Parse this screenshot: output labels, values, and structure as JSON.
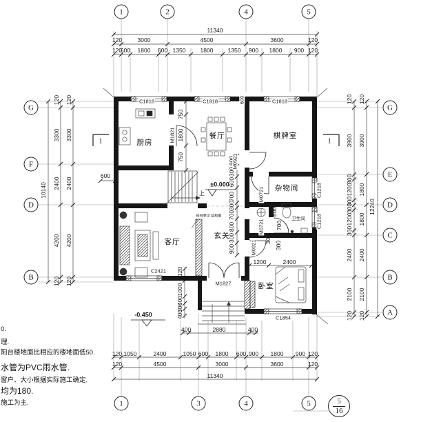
{
  "axes": {
    "top": [
      "1",
      "2",
      "4",
      "5"
    ],
    "bottom": [
      "1",
      "3",
      "4",
      "5"
    ],
    "left": [
      "G",
      "F",
      "D",
      "B"
    ],
    "right": [
      "G",
      "E",
      "D",
      "C",
      "B",
      "A"
    ]
  },
  "sheet": {
    "detail_number": "5",
    "sheet_number": "16",
    "section_label": "1"
  },
  "levels": {
    "main": "±0.000",
    "porch": "-0.450"
  },
  "rooms": {
    "kitchen": "厨房",
    "dining": "餐厅",
    "chess": "棋牌室",
    "storage": "杂物间",
    "bath": "卫生间",
    "foyer": "玄关",
    "living": "客厅",
    "bedroom": "卧室",
    "stair_up": "上"
  },
  "annotation": {
    "column_note": "砼柱参见 结构图"
  },
  "windows": {
    "c1818": "C1818",
    "c1218": "C1218",
    "c2421": "C2421",
    "c1854": "C1854"
  },
  "doors": {
    "m1821": "M1821",
    "m0921": "M0921",
    "m0721": "M0721",
    "m1827": "M1827"
  },
  "notes": [
    "0.",
    "理.",
    "阳台楼地面比相应的楼地面低50.",
    "水管为PVC雨水管.",
    "窗户、大小根据实际施工确定.",
    "均为180.",
    "施工为主."
  ],
  "dims": {
    "top_total": "11340",
    "top_row1": [
      "120",
      "3000",
      "4500",
      "3600",
      "120"
    ],
    "top_row2": [
      "120",
      "600",
      "1800",
      "600",
      "1350",
      "1800",
      "1350",
      "900",
      "1800",
      "900",
      "120"
    ],
    "bottom_row1": [
      "120",
      "1050",
      "2400",
      "1050",
      "600",
      "1800",
      "600",
      "900",
      "1800",
      "900",
      "120"
    ],
    "bottom_row2": [
      "120",
      "4500",
      "3000",
      "3600",
      "120"
    ],
    "bottom_total": "11340",
    "left_col1": [
      "120",
      "3300",
      "2400",
      "4200",
      "120"
    ],
    "left_col2": [
      "120",
      "3300",
      "2400",
      "4200",
      "120"
    ],
    "left_total": "10140",
    "right_col1": [
      "120",
      "3900",
      "300",
      "1200",
      "300",
      "300",
      "1200",
      "300",
      "2400",
      "2100",
      "120"
    ],
    "right_col2": [
      "120",
      "3900",
      "1800",
      "1800",
      "2400",
      "2100",
      "120"
    ],
    "right_total": "12240",
    "center_chain": [
      "900",
      "300",
      "600",
      "700",
      "300",
      "700",
      "800",
      "300",
      "900"
    ],
    "kitchen_chain": [
      "750",
      "1800",
      "750"
    ],
    "axis4_offset": "600",
    "stair_offset": "600",
    "bedroom": [
      "1200",
      "2400"
    ],
    "bedroom_door": "300",
    "bath": [
      "800",
      "700",
      "300"
    ],
    "porch_left": [
      "120",
      "1000",
      "400",
      "300",
      "400"
    ],
    "porch_bottom": [
      "400",
      "2880",
      "400"
    ]
  }
}
